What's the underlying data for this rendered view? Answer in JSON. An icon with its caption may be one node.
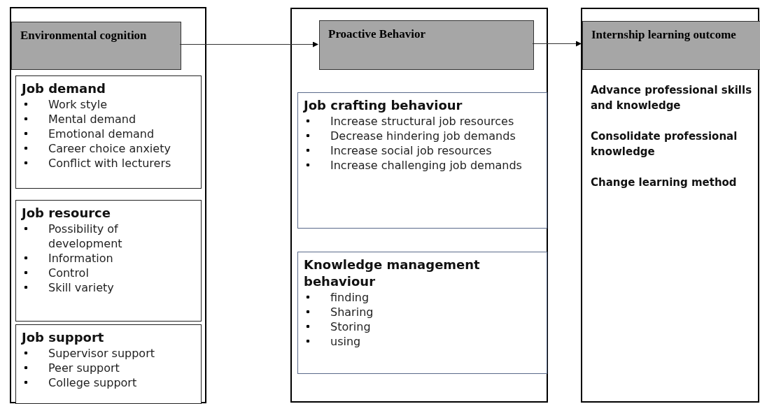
{
  "diagram": {
    "nodes": [
      {
        "text": [],
        "shape": "box"
      },
      {
        "text": [
          "Environmental cognition"
        ],
        "in": 0
      },
      {
        "text": [
          "Job demand",
          "Work style",
          "Mental demand",
          "Emotional demand",
          "Career choice anxiety",
          "Conflict with lecturers"
        ],
        "in": 0
      },
      {
        "text": [
          "Job resource",
          "Possibility of development",
          "Information",
          "Control",
          "Skill variety"
        ],
        "in": 0
      },
      {
        "text": [
          "Job support",
          "Supervisor support",
          "Peer support",
          "College support"
        ],
        "in": 0
      },
      {
        "text": [],
        "shape": "box"
      },
      {
        "text": [
          "Proactive Behavior"
        ],
        "in": 5
      },
      {
        "text": [
          "Job crafting behaviour",
          "Increase structural job resources",
          "Decrease hindering job demands",
          "Increase social job resources",
          "Increase challenging job demands"
        ],
        "in": 5
      },
      {
        "text": [
          "Knowledge management behaviour",
          "finding",
          "Sharing",
          "Storing",
          "using"
        ],
        "in": 5
      },
      {
        "text": [
          "Advance professional skills and knowledge",
          "Consolidate professional knowledge",
          "Change learning method"
        ]
      },
      {
        "text": [
          "Internship learning outcome"
        ],
        "in": 9
      }
    ],
    "edges": [
      {
        "from": 1,
        "to": 6,
        "arrow": "to"
      },
      {
        "from": 6,
        "to": 10,
        "arrow": "to"
      }
    ]
  }
}
